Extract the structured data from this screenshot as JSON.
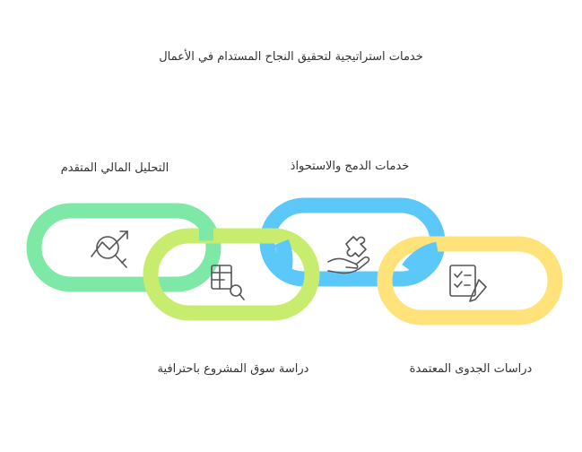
{
  "title": "خدمات استراتيجية لتحقيق النجاح المستدام في الأعمال",
  "links": [
    {
      "label": "التحليل المالي المتقدم",
      "icon": "chart-magnifier-icon",
      "color": "#7EE8A6"
    },
    {
      "label": "دراسة سوق المشروع باحترافية",
      "icon": "table-search-icon",
      "color": "#C7EC6E"
    },
    {
      "label": "خدمات الدمج والاستحواذ",
      "icon": "handshake-puzzle-icon",
      "color": "#5CC8FA"
    },
    {
      "label": "دراسات الجدوى المعتمدة",
      "icon": "checklist-edit-icon",
      "color": "#FFE37A"
    }
  ]
}
